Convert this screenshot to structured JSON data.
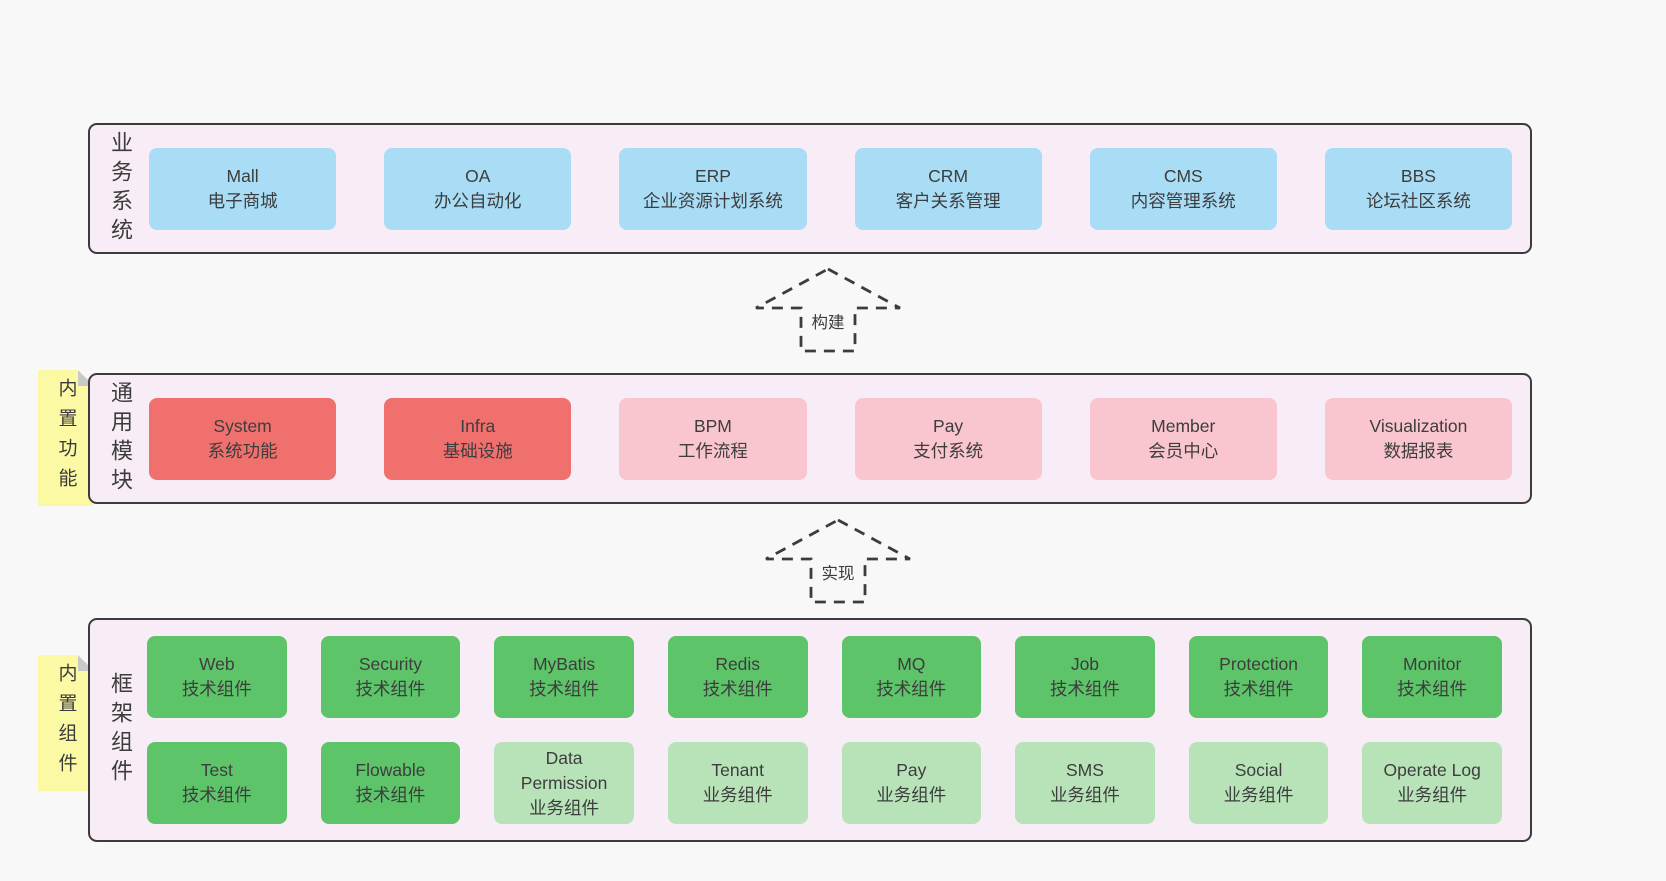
{
  "colors": {
    "page_background": "#f8f8f8",
    "container_background": "#f8edf6",
    "container_border": "#3c3c3c",
    "box_blue": "#a9dcf5",
    "box_red": "#f0706e",
    "box_pink": "#f9c5ce",
    "box_green_dark": "#5ec46a",
    "box_green_light": "#b8e3b9",
    "note_yellow": "#fbf9a3",
    "note_fold_gray": "#c9c9c9",
    "text": "#3d3d3d"
  },
  "sections": {
    "business": {
      "label": "业务系统",
      "boxes": [
        {
          "title": "Mall",
          "subtitle": "电子商城"
        },
        {
          "title": "OA",
          "subtitle": "办公自动化"
        },
        {
          "title": "ERP",
          "subtitle": "企业资源计划系统"
        },
        {
          "title": "CRM",
          "subtitle": "客户关系管理"
        },
        {
          "title": "CMS",
          "subtitle": "内容管理系统"
        },
        {
          "title": "BBS",
          "subtitle": "论坛社区系统"
        }
      ]
    },
    "modules": {
      "label": "通用模块",
      "note": "内置功能",
      "boxes": [
        {
          "title": "System",
          "subtitle": "系统功能"
        },
        {
          "title": "Infra",
          "subtitle": "基础设施"
        },
        {
          "title": "BPM",
          "subtitle": "工作流程"
        },
        {
          "title": "Pay",
          "subtitle": "支付系统"
        },
        {
          "title": "Member",
          "subtitle": "会员中心"
        },
        {
          "title": "Visualization",
          "subtitle": "数据报表"
        }
      ]
    },
    "components": {
      "label": "框架组件",
      "note": "内置组件",
      "row1": [
        {
          "title": "Web",
          "subtitle": "技术组件"
        },
        {
          "title": "Security",
          "subtitle": "技术组件"
        },
        {
          "title": "MyBatis",
          "subtitle": "技术组件"
        },
        {
          "title": "Redis",
          "subtitle": "技术组件"
        },
        {
          "title": "MQ",
          "subtitle": "技术组件"
        },
        {
          "title": "Job",
          "subtitle": "技术组件"
        },
        {
          "title": "Protection",
          "subtitle": "技术组件"
        },
        {
          "title": "Monitor",
          "subtitle": "技术组件"
        }
      ],
      "row2": [
        {
          "title": "Test",
          "subtitle": "技术组件"
        },
        {
          "title": "Flowable",
          "subtitle": "技术组件"
        },
        {
          "title": "Data Permission",
          "subtitle": "业务组件"
        },
        {
          "title": "Tenant",
          "subtitle": "业务组件"
        },
        {
          "title": "Pay",
          "subtitle": "业务组件"
        },
        {
          "title": "SMS",
          "subtitle": "业务组件"
        },
        {
          "title": "Social",
          "subtitle": "业务组件"
        },
        {
          "title": "Operate Log",
          "subtitle": "业务组件"
        }
      ]
    }
  },
  "arrows": {
    "build": "构建",
    "implement": "实现"
  }
}
